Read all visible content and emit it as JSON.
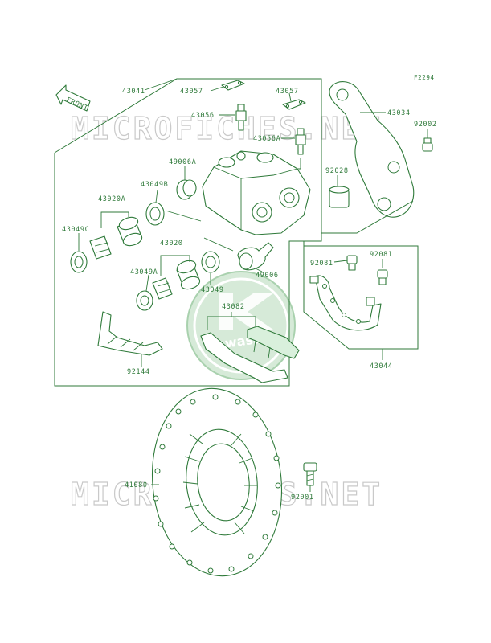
{
  "figure_code": "F2294",
  "front_label": "FRONT",
  "watermark_top": "MICROFICHES.NET",
  "watermark_bottom": "MICROFICHES.NET",
  "logo_text": "Kawasaki",
  "colors": {
    "line": "#2f7a3a",
    "watermark": "#c9c9c9",
    "logo": "#d6ead8"
  },
  "parts": {
    "p43041": "43041",
    "p43057a": "43057",
    "p43057b": "43057",
    "p43056": "43056",
    "p43056a": "43056A",
    "p43034": "43034",
    "p92002": "92002",
    "p49006a": "49006A",
    "p43049b": "43049B",
    "p43020a": "43020A",
    "p43049c": "43049C",
    "p92028": "92028",
    "p43020": "43020",
    "p43049a": "43049A",
    "p92081a": "92081",
    "p92081b": "92081",
    "p49006": "49006",
    "p43049": "43049",
    "p43082": "43082",
    "p92144": "92144",
    "p43044": "43044",
    "p41080": "41080",
    "p92001": "92001"
  }
}
